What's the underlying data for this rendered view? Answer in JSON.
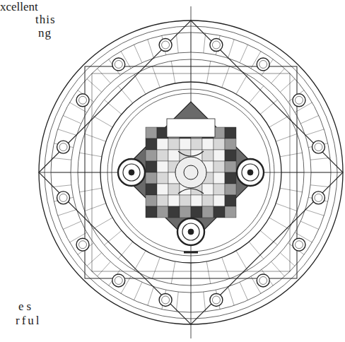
{
  "diagram": {
    "labels": [
      "xcellent",
      "this",
      "ng",
      "es",
      "rful"
    ]
  }
}
